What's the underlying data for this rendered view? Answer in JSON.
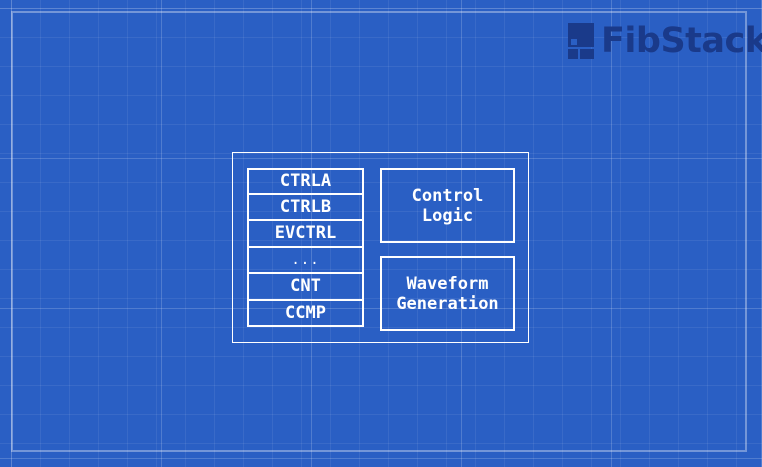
{
  "brand": {
    "name": "FibStack"
  },
  "diagram": {
    "registers": [
      "CTRLA",
      "CTRLB",
      "EVCTRL",
      "...",
      "CNT",
      "CCMP"
    ],
    "control_block": {
      "line1": "Control",
      "line2": "Logic"
    },
    "waveform_block": {
      "line1": "Waveform",
      "line2": "Generation"
    }
  },
  "colors": {
    "background": "#2a5fc4",
    "logo": "#1a3a8a",
    "lines": "#ffffff"
  }
}
